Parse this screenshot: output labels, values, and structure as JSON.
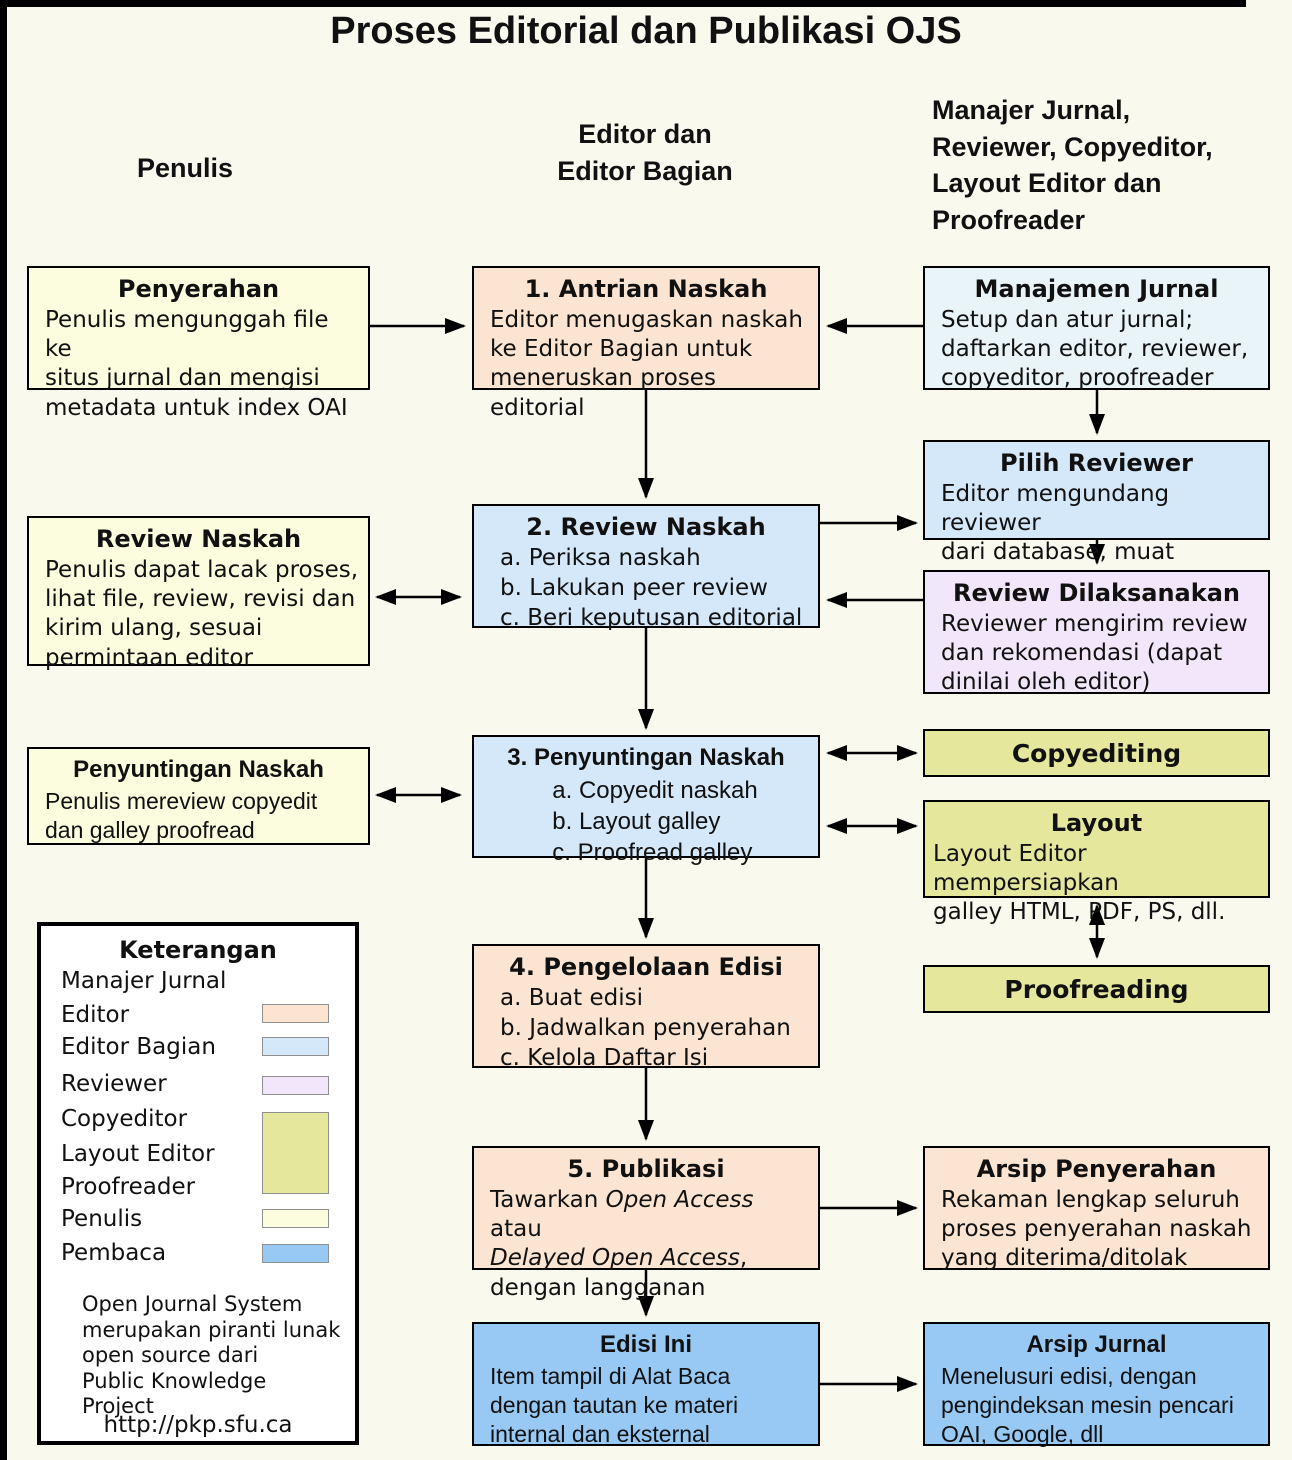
{
  "title": "Proses Editorial dan Publikasi OJS",
  "columns": {
    "left": "Penulis",
    "center": "Editor dan\nEditor Bagian",
    "right": "Manajer Jurnal,\nReviewer, Copyeditor,\nLayout Editor dan\nProofreader"
  },
  "colors": {
    "background": "#faf9ee",
    "penulis": "#fcfcdf",
    "editor": "#fbe5d2",
    "editor_bagian": "#d5e8fa",
    "manajer_jurnal_box": "#e8f4f8",
    "manajer_jurnal_legend": "#ffffff",
    "reviewer": "#f2e7fa",
    "copyeditor_layout_proofreader": "#e5e79d",
    "pembaca": "#97c9f4",
    "legend_background": "#ffffff"
  },
  "boxes": {
    "penyerahan": {
      "title": "Penyerahan",
      "body": "Penulis mengunggah file ke\nsitus jurnal dan mengisi\nmetadata untuk index OAI"
    },
    "review_penulis": {
      "title": "Review Naskah",
      "body": "Penulis dapat lacak proses,\nlihat file, review, revisi dan\nkirim ulang, sesuai\npermintaan editor"
    },
    "penyuntingan_penulis": {
      "title": "Penyuntingan Naskah",
      "body": "Penulis mereview copyedit\ndan galley proofread"
    },
    "antrian": {
      "title": "1. Antrian Naskah",
      "body": "Editor menugaskan naskah\nke Editor Bagian untuk\nmeneruskan proses editorial"
    },
    "review": {
      "title": "2. Review Naskah",
      "items": [
        "a. Periksa naskah",
        "b. Lakukan peer review",
        "c. Beri keputusan editorial"
      ]
    },
    "penyuntingan": {
      "title": "3. Penyuntingan Naskah",
      "items": [
        "a. Copyedit naskah",
        "b. Layout galley",
        "c. Proofread galley"
      ]
    },
    "pengelolaan": {
      "title": "4. Pengelolaan Edisi",
      "items": [
        "a. Buat edisi",
        "b. Jadwalkan penyerahan",
        "c. Kelola Daftar Isi"
      ]
    },
    "publikasi": {
      "title": "5. Publikasi",
      "parts": [
        "Tawarkan ",
        "Open Access",
        " atau\n",
        "Delayed Open Access",
        ",\ndengan langganan"
      ]
    },
    "edisi_ini": {
      "title": "Edisi Ini",
      "body": "Item tampil di Alat Baca\ndengan tautan ke materi\ninternal dan eksternal"
    },
    "manajemen": {
      "title": "Manajemen Jurnal",
      "body": "Setup dan atur jurnal;\ndaftarkan editor, reviewer,\ncopyeditor, proofreader"
    },
    "pilih_reviewer": {
      "title": "Pilih Reviewer",
      "body": "Editor mengundang reviewer\ndari database, muat"
    },
    "review_dilaksanakan": {
      "title": "Review Dilaksanakan",
      "body": "Reviewer mengirim review\ndan rekomendasi (dapat\ndinilai oleh editor)"
    },
    "copyediting": {
      "title": "Copyediting"
    },
    "layout": {
      "title": "Layout",
      "body": "Layout Editor mempersiapkan\ngalley HTML, PDF, PS, dll."
    },
    "proofreading": {
      "title": "Proofreading"
    },
    "arsip_penyerahan": {
      "title": "Arsip Penyerahan",
      "body": "Rekaman lengkap seluruh\nproses penyerahan naskah\nyang diterima/ditolak"
    },
    "arsip_jurnal": {
      "title": "Arsip Jurnal",
      "body": "Menelusuri edisi, dengan\npengindeksan mesin pencari\nOAI, Google, dll"
    }
  },
  "legend": {
    "title": "Keterangan",
    "labels": [
      "Manajer Jurnal",
      "Editor",
      "Editor Bagian",
      "Reviewer",
      "Copyeditor",
      "Layout Editor",
      "Proofreader",
      "Penulis",
      "Pembaca"
    ],
    "footer": "Open Journal System\nmerupakan piranti lunak\nopen source dari\nPublic Knowledge Project",
    "url": "http://pkp.sfu.ca"
  }
}
